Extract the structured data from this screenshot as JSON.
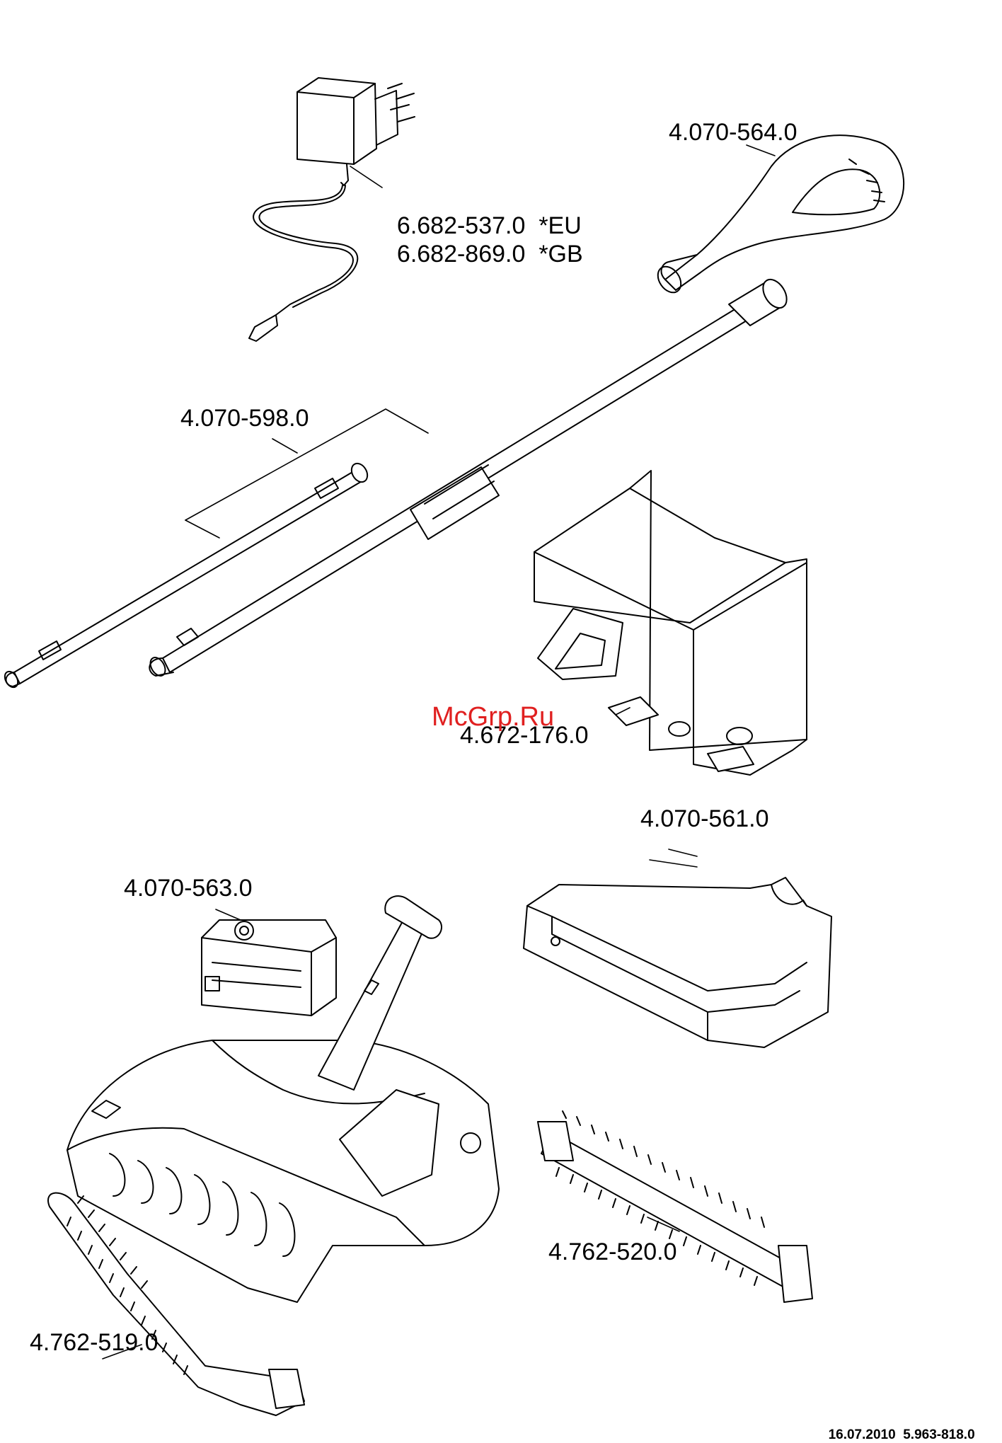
{
  "colors": {
    "ink": "#000000",
    "watermark": "#e02020",
    "background": "#ffffff"
  },
  "parts": {
    "charger": {
      "number_eu": "6.682-537.0",
      "suffix_eu": "*EU",
      "number_gb": "6.682-869.0",
      "suffix_gb": "*GB"
    },
    "handle": {
      "number": "4.070-564.0"
    },
    "tube_set": {
      "number": "4.070-598.0"
    },
    "holder": {
      "number": "4.672-176.0"
    },
    "dust_tray": {
      "number": "4.070-561.0"
    },
    "battery": {
      "number": "4.070-563.0"
    },
    "brush_roll_right": {
      "number": "4.762-520.0"
    },
    "brush_roll_left": {
      "number": "4.762-519.0"
    }
  },
  "watermark": "McGrp.Ru",
  "footer": {
    "date": "16.07.2010",
    "document": "5.963-818.0"
  }
}
